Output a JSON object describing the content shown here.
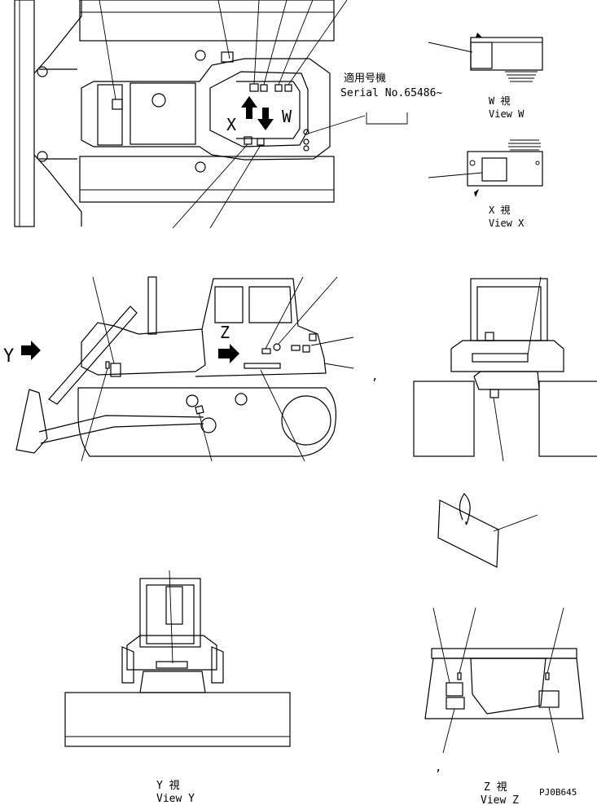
{
  "serial_note": {
    "jp": "適用号機",
    "serial": "Serial No.65486~"
  },
  "view_w": {
    "jp": "W 視",
    "en": "View W"
  },
  "view_x": {
    "jp": "X 視",
    "en": "View X"
  },
  "view_y": {
    "jp": "Y 視",
    "en": "View Y"
  },
  "view_z": {
    "jp": "Z 視",
    "en": "View Z"
  },
  "markers": {
    "x": "X",
    "w": "W",
    "y": "Y",
    "z": "Z"
  },
  "drawing_id": "PJ0B645"
}
